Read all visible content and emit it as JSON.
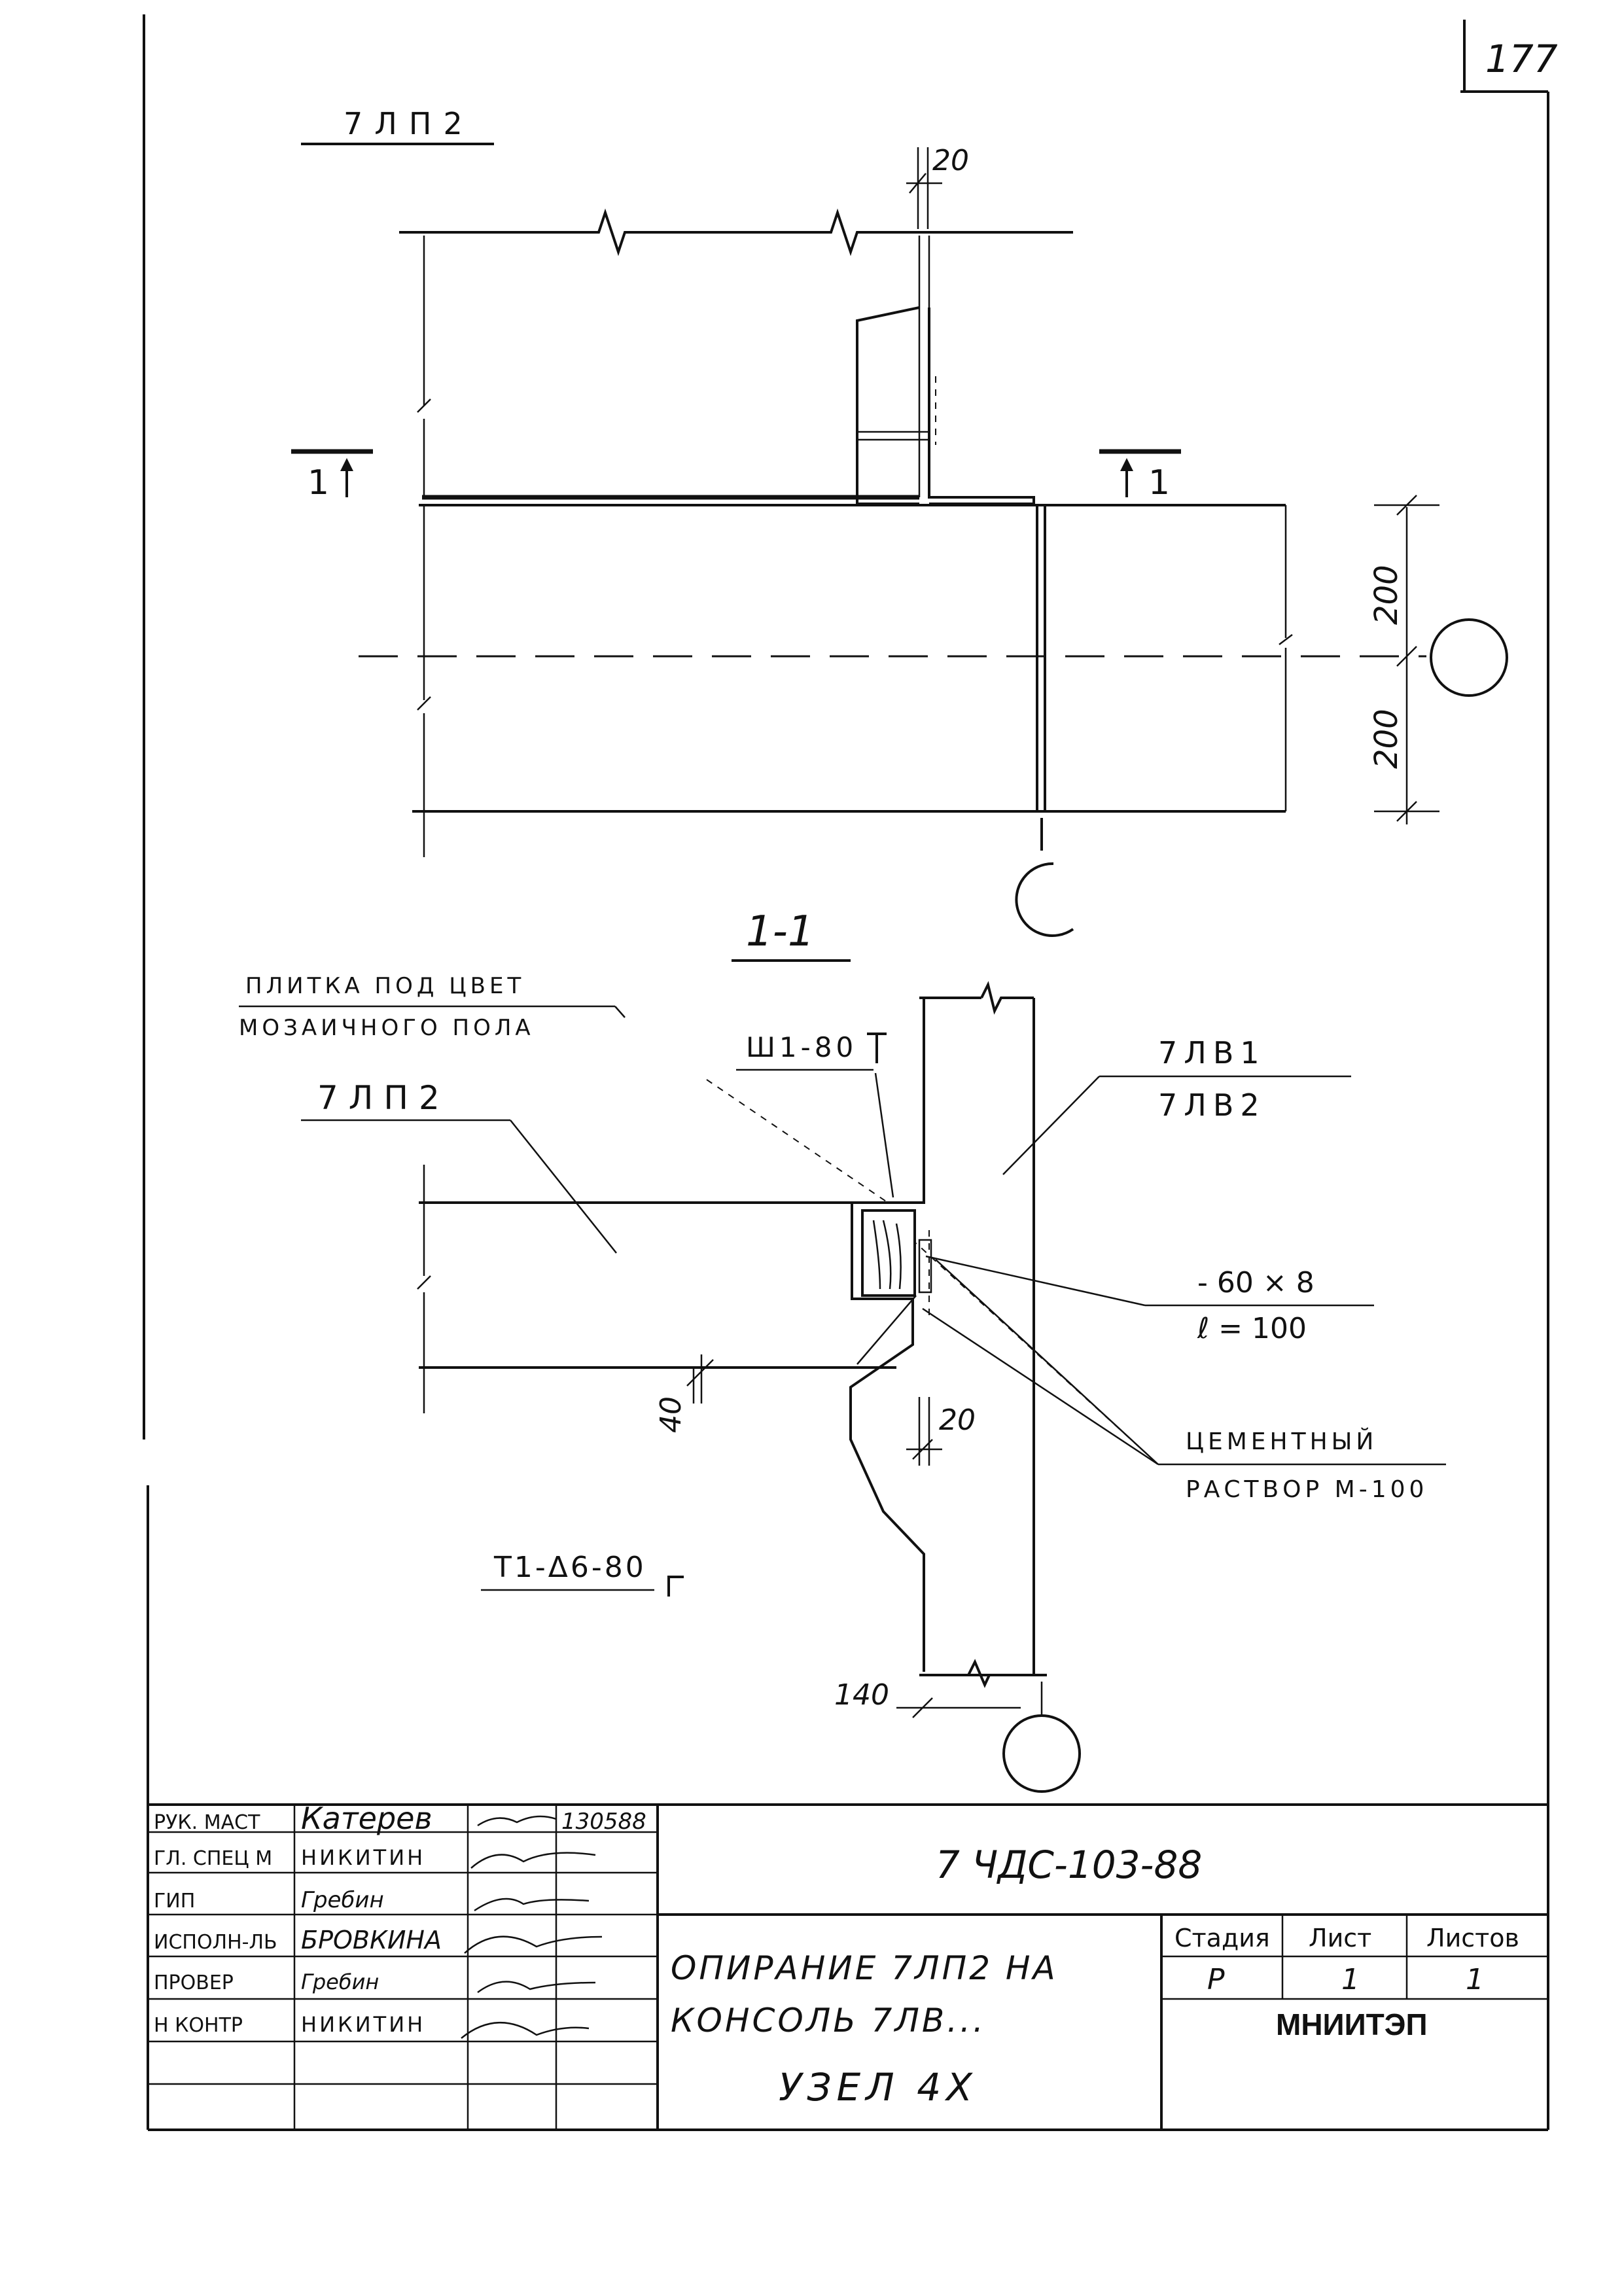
{
  "sheet_number": "177",
  "plan": {
    "title": "7ЛП2",
    "dim_top": "20",
    "section_mark": "1",
    "dim_200_upper": "200",
    "dim_200_lower": "200"
  },
  "section": {
    "title": "1-1",
    "label_tile_line1": "ПЛИТКА ПОД ЦВЕТ",
    "label_tile_line2": "МОЗАИЧНОГО ПОЛА",
    "label_panel": "7ЛП2",
    "label_anchor": "Ш1-80",
    "label_console_1": "7ЛВ1",
    "label_console_2": "7ЛВ2",
    "label_plate_1": "- 60 × 8",
    "label_plate_2": "ℓ = 100",
    "label_mortar_1": "ЦЕМЕНТНЫЙ",
    "label_mortar_2": "РАСТВОР М-100",
    "dim_40": "40",
    "dim_20": "20",
    "dim_140": "140",
    "label_weld": "Т1-Δ6-80"
  },
  "title_block": {
    "rows": [
      {
        "role": "РУК. МАСТ",
        "name": "Катерев",
        "date": "130588"
      },
      {
        "role": "ГЛ. СПЕЦ М",
        "name": "НИКИТИН",
        "date": ""
      },
      {
        "role": "ГИП",
        "name": "Гребин",
        "date": ""
      },
      {
        "role": "ИСПОЛН-ЛЬ",
        "name": "БРОВКИНА",
        "date": ""
      },
      {
        "role": "ПРОВЕР",
        "name": "Гребин",
        "date": ""
      },
      {
        "role": "Н КОНТР",
        "name": "НИКИТИН",
        "date": ""
      },
      {
        "role": "",
        "name": "",
        "date": ""
      },
      {
        "role": "",
        "name": "",
        "date": ""
      }
    ],
    "doc_code": "7 ЧДС-103-88",
    "description_line1": "ОПИРАНИЕ 7ЛП2 НА",
    "description_line2": "КОНСОЛЬ 7ЛВ...",
    "description_line3": "УЗЕЛ 4Х",
    "stage_header": "Стадия",
    "sheet_header": "Лист",
    "sheets_header": "Листов",
    "stage_value": "Р",
    "sheet_value": "1",
    "sheets_value": "1",
    "organization": "МНИИТЭП"
  }
}
